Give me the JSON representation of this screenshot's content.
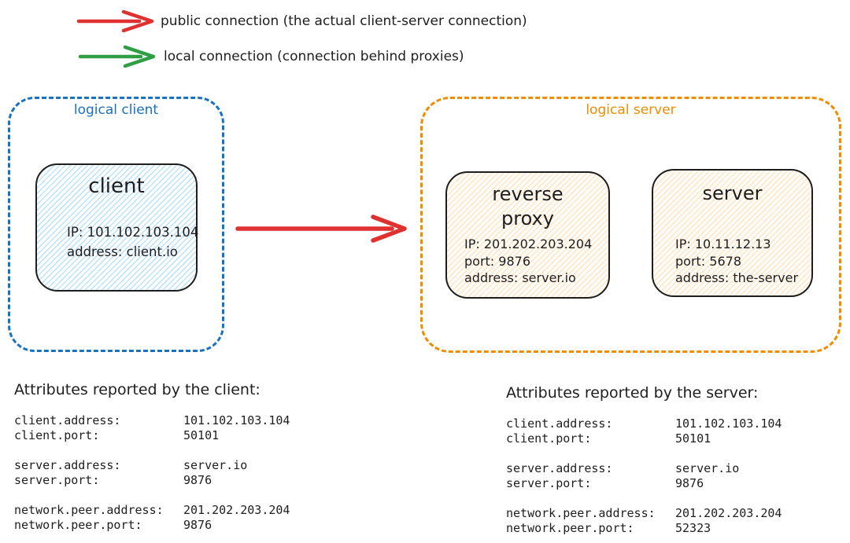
{
  "palette": {
    "ink": "#1e1e1e",
    "public_connection_red": "#e03131",
    "local_connection_green": "#2f9e44",
    "logical_client_blue": "#1971c2",
    "logical_server_orange": "#f08c00",
    "client_fill_blue": "#a5d8ff",
    "server_fill_orange": "#ffd8a8"
  },
  "legend": {
    "items": [
      {
        "label": "public connection (the actual client-server connection)",
        "color": "#e03131"
      },
      {
        "label": "local connection (connection behind proxies)",
        "color": "#2f9e44"
      }
    ]
  },
  "diagram": {
    "logical_client": {
      "label": "logical client",
      "nodes": [
        {
          "title": "client",
          "details": [
            "IP: 101.102.103.104",
            "address: client.io"
          ]
        }
      ]
    },
    "logical_server": {
      "label": "logical server",
      "nodes": [
        {
          "title": "reverse proxy",
          "details": [
            "IP: 201.202.203.204",
            "port: 9876",
            "address: server.io"
          ]
        },
        {
          "title": "server",
          "details": [
            "IP: 10.11.12.13",
            "port: 5678",
            "address: the-server"
          ]
        }
      ]
    }
  },
  "attribute_panels": {
    "client": {
      "heading": "Attributes reported by the client:",
      "groups": [
        {
          "rows": [
            {
              "key": "client.address:",
              "value": "101.102.103.104"
            },
            {
              "key": "client.port:",
              "value": "50101"
            }
          ]
        },
        {
          "rows": [
            {
              "key": "server.address:",
              "value": "server.io"
            },
            {
              "key": "server.port:",
              "value": "9876"
            }
          ]
        },
        {
          "rows": [
            {
              "key": "network.peer.address:",
              "value": "201.202.203.204"
            },
            {
              "key": "network.peer.port:",
              "value": "9876"
            }
          ]
        }
      ]
    },
    "server": {
      "heading": "Attributes reported by the server:",
      "groups": [
        {
          "rows": [
            {
              "key": "client.address:",
              "value": "101.102.103.104"
            },
            {
              "key": "client.port:",
              "value": "50101"
            }
          ]
        },
        {
          "rows": [
            {
              "key": "server.address:",
              "value": "server.io"
            },
            {
              "key": "server.port:",
              "value": "9876"
            }
          ]
        },
        {
          "rows": [
            {
              "key": "network.peer.address:",
              "value": "201.202.203.204"
            },
            {
              "key": "network.peer.port:",
              "value": "52323"
            }
          ]
        }
      ]
    }
  }
}
